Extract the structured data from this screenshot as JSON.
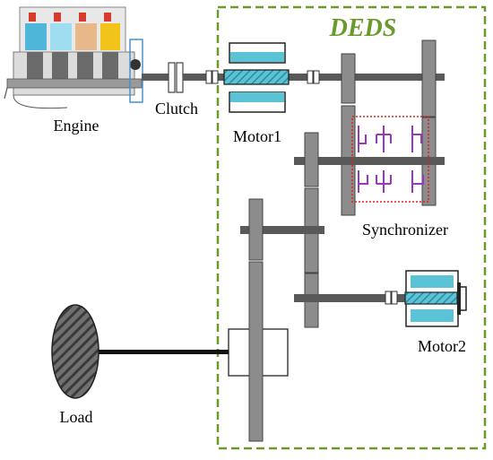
{
  "diagram": {
    "title": "DEDS",
    "labels": {
      "engine": "Engine",
      "clutch": "Clutch",
      "motor1": "Motor1",
      "synchronizer": "Synchronizer",
      "motor2": "Motor2",
      "load": "Load"
    }
  },
  "colors": {
    "frame": "#6a9a2c",
    "gear": "#8c8c8c",
    "shaft": "#595959",
    "motor": "#5bc3d6",
    "synchro": "#9b35c4",
    "synchro_box": "#e02020"
  }
}
